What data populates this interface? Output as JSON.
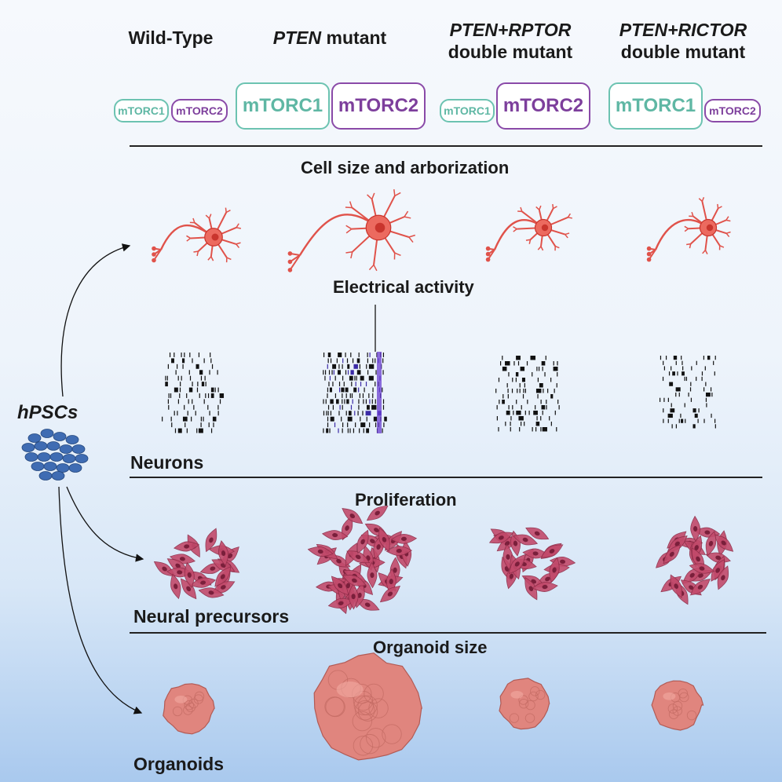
{
  "columns": [
    {
      "title_line1": "Wild-Type",
      "title_line2": ""
    },
    {
      "title_italic": "PTEN",
      "title_rest": " mutant"
    },
    {
      "title_line1": "PTEN+RPTOR",
      "title_line2": "double mutant"
    },
    {
      "title_line1": "PTEN+RICTOR",
      "title_line2": "double mutant"
    }
  ],
  "complexes": {
    "c1": "mTORC1",
    "c2": "mTORC2"
  },
  "sections": {
    "cell_size": "Cell size and arborization",
    "electrical": "Electrical activity",
    "proliferation": "Proliferation",
    "organoid_size": "Organoid size"
  },
  "row_labels": {
    "neurons": "Neurons",
    "precursors": "Neural precursors",
    "organoids": "Organoids"
  },
  "source": "hPSCs",
  "colors": {
    "mtorc1": "#6cc3b1",
    "mtorc2": "#8a4aa8",
    "neuron": "#e0524a",
    "precursor": "#c24a6b",
    "organoid": "#e0857e",
    "hpsc": "#3f6cb3"
  }
}
